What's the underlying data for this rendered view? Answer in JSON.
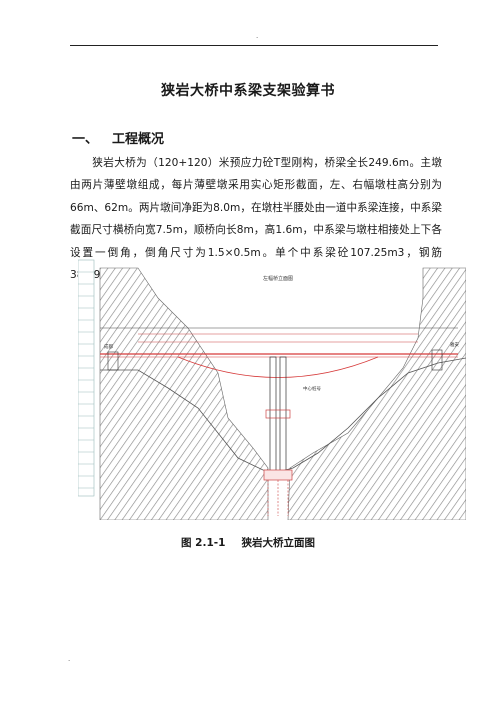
{
  "header": {
    "mark": "."
  },
  "title": "狭岩大桥中系梁支架验算书",
  "section": {
    "number": "一、",
    "label": "工程概况"
  },
  "paragraph": "狭岩大桥为（120+120）米预应力砼T型刚构，桥梁全长249.6m。主墩由两片薄壁墩组成，每片薄壁墩采用实心矩形截面，左、右幅墩柱高分别为66m、62m。两片墩间净距为8.0m，在墩柱半腰处由一道中系梁连接，中系梁截面尺寸横桥向宽7.5m，顺桥向长8m，高1.6m，中系梁与墩柱相接处上下各设置一倒角，倒角尺寸为1.5×0.5m。单个中系梁砼107.25m3，钢筋38.795t。",
  "figure": {
    "labels": {
      "top_center": "左幅桥立面图",
      "left_abutment": "成都",
      "right_abutment": "雅安",
      "mid_note": "中心桩号"
    },
    "colors": {
      "bridge": "#d63a3a",
      "rock": "#6d6d6d",
      "dim": "#c44",
      "ink": "#333333"
    }
  },
  "caption": {
    "number": "图 2.1-1",
    "text": "狭岩大桥立面图"
  },
  "footer": {
    "mark": "."
  }
}
